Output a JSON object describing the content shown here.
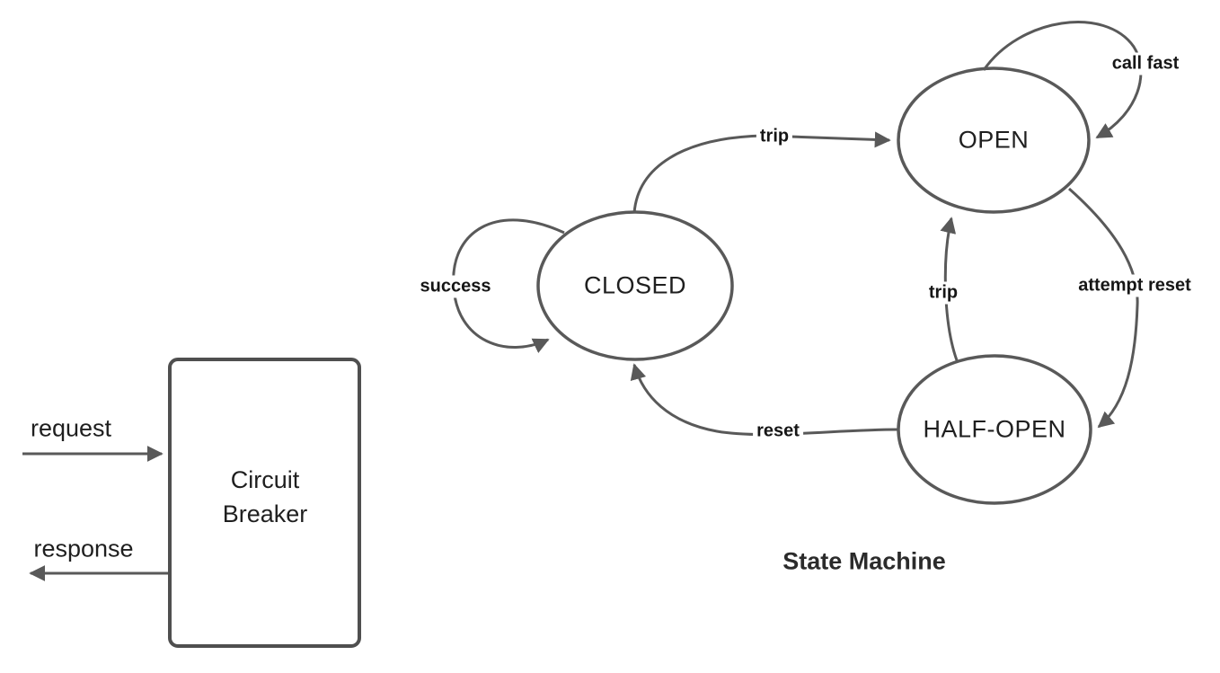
{
  "diagram": {
    "background_color": "#ffffff",
    "stroke_color": "#595959",
    "text_color": "#1f1f1f",
    "left_panel": {
      "box_label": "Circuit Breaker",
      "request_label": "request",
      "response_label": "response"
    },
    "state_machine": {
      "title": "State Machine",
      "states": [
        {
          "id": "closed",
          "label": "CLOSED"
        },
        {
          "id": "open",
          "label": "OPEN"
        },
        {
          "id": "half_open",
          "label": "HALF-OPEN"
        }
      ],
      "transitions": [
        {
          "from": "CLOSED",
          "to": "OPEN",
          "label": "trip"
        },
        {
          "from": "CLOSED",
          "to": "CLOSED",
          "label": "success"
        },
        {
          "from": "OPEN",
          "to": "OPEN",
          "label": "call fast"
        },
        {
          "from": "OPEN",
          "to": "HALF-OPEN",
          "label": "attempt reset"
        },
        {
          "from": "HALF-OPEN",
          "to": "OPEN",
          "label": "trip"
        },
        {
          "from": "HALF-OPEN",
          "to": "CLOSED",
          "label": "reset"
        }
      ]
    }
  }
}
